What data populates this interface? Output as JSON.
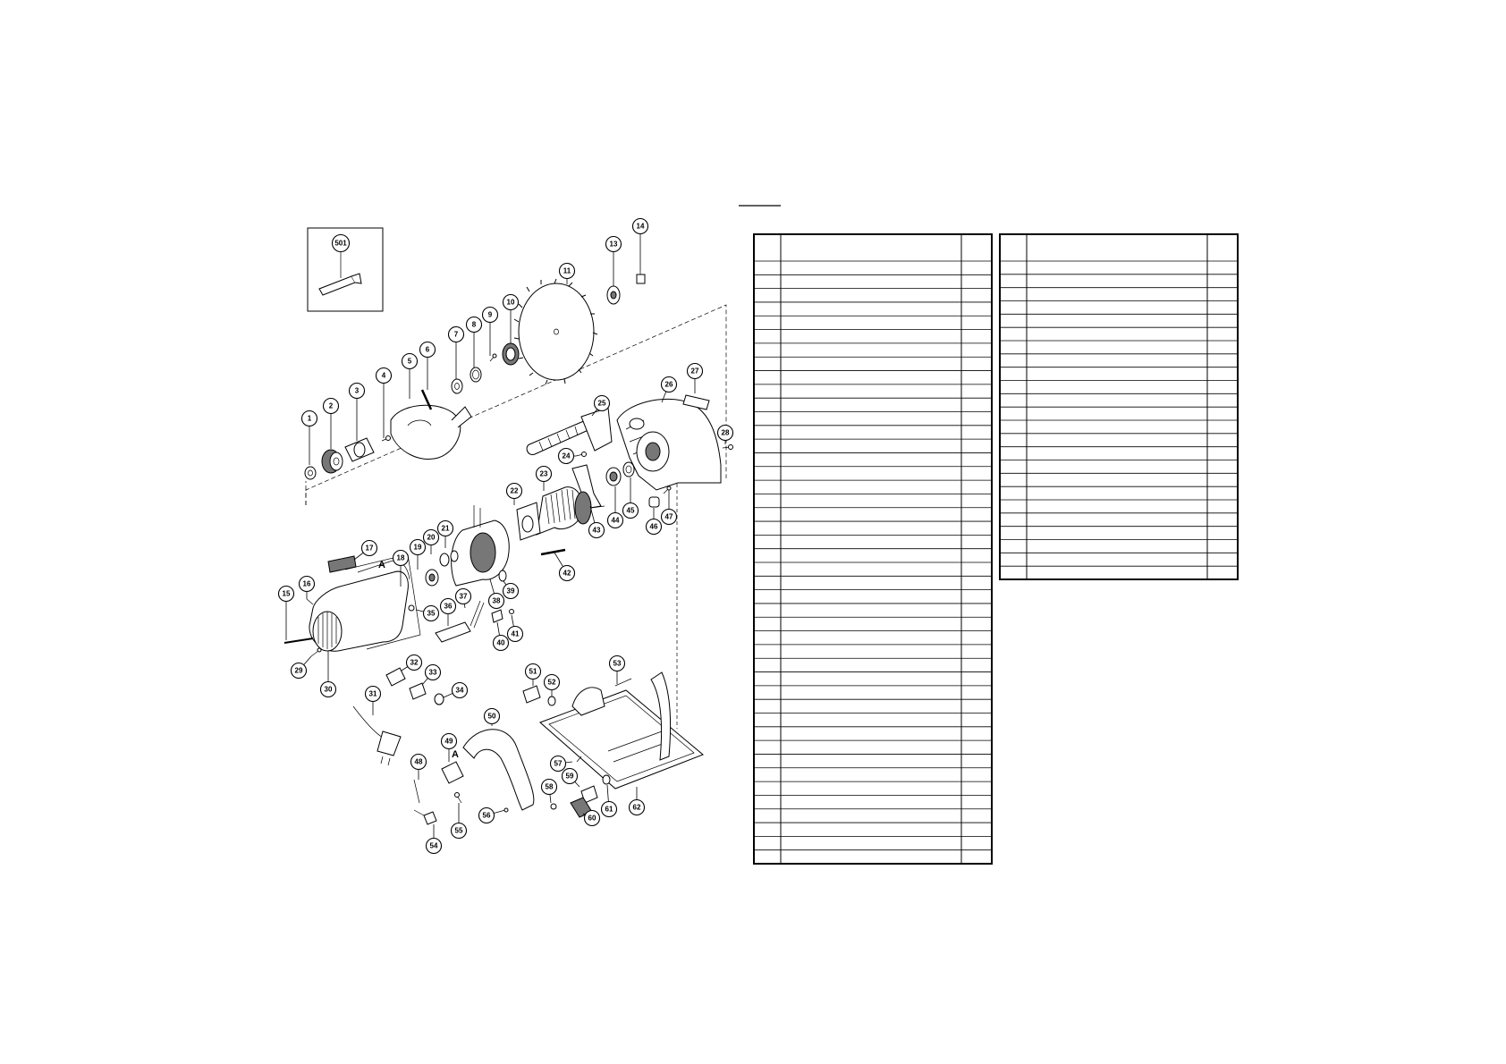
{
  "diagram": {
    "section_markers": [
      "A",
      "A"
    ],
    "inset_callout": "501",
    "callouts": [
      "1",
      "2",
      "3",
      "4",
      "5",
      "6",
      "7",
      "8",
      "9",
      "10",
      "11",
      "13",
      "14",
      "15",
      "16",
      "17",
      "18",
      "19",
      "20",
      "21",
      "22",
      "23",
      "24",
      "25",
      "26",
      "27",
      "28",
      "29",
      "30",
      "31",
      "32",
      "33",
      "34",
      "35",
      "36",
      "37",
      "38",
      "39",
      "40",
      "41",
      "42",
      "43",
      "44",
      "45",
      "46",
      "47",
      "48",
      "49",
      "50",
      "51",
      "52",
      "53",
      "54",
      "55",
      "56",
      "57",
      "58",
      "59",
      "60",
      "61",
      "62"
    ]
  },
  "parts_table_left": {
    "row_count": 44
  },
  "parts_table_right": {
    "row_count": 24
  }
}
